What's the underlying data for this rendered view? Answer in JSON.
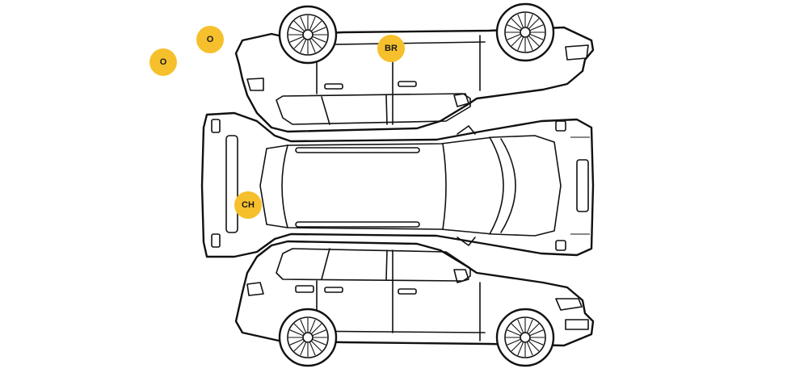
{
  "markers": [
    {
      "id": "o-1",
      "label": "O"
    },
    {
      "id": "o-2",
      "label": "O"
    },
    {
      "id": "br",
      "label": "BR"
    },
    {
      "id": "ch",
      "label": "CH"
    }
  ],
  "colors": {
    "marker": "#f6c02c",
    "outline": "#111111",
    "background": "#ffffff"
  }
}
